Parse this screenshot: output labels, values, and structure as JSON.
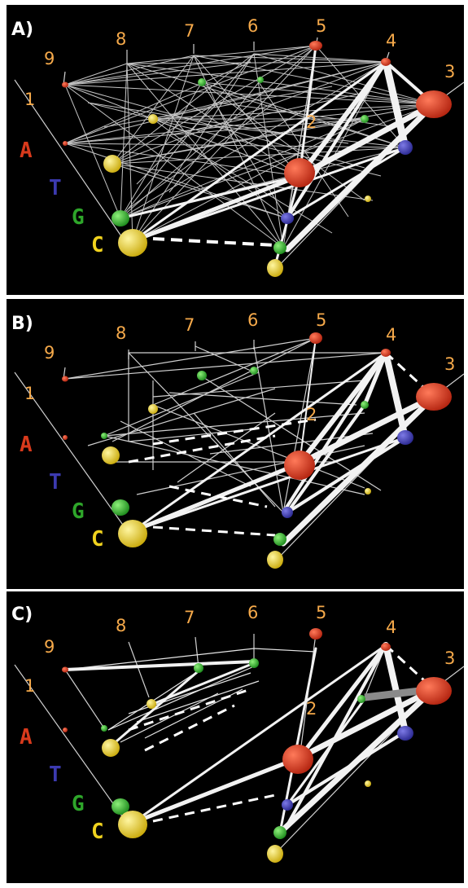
{
  "panels": [
    {
      "letter": "A)"
    },
    {
      "letter": "B)"
    },
    {
      "letter": "C)"
    }
  ],
  "positions": [
    "1",
    "2",
    "3",
    "4",
    "5",
    "6",
    "7",
    "8",
    "9"
  ],
  "nucleotides": {
    "A": "A",
    "T": "T",
    "G": "G",
    "C": "C"
  },
  "colors": {
    "A": "#d83a1c",
    "T": "#3c3ab0",
    "G": "#2ea62a",
    "C": "#f0d21e",
    "position_label": "#f5a94a",
    "background": "#000000",
    "edge": "#ffffff"
  }
}
